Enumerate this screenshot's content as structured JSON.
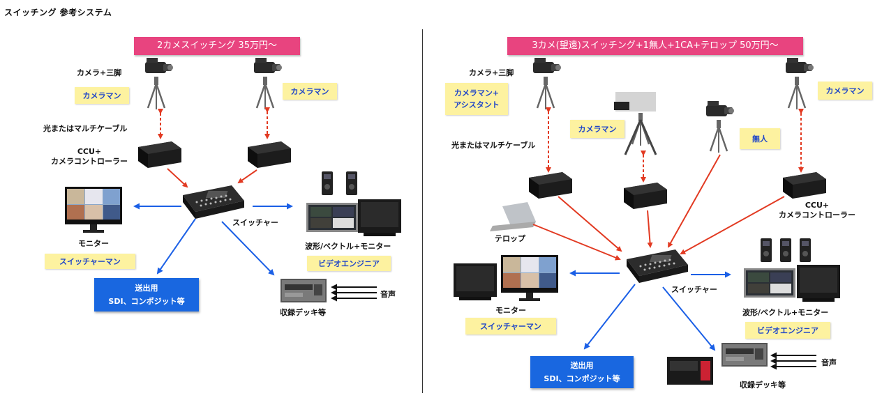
{
  "page_title": "スイッチング 参考システム",
  "left": {
    "title": "2カメスイッチング 35万円〜",
    "camera_tripod": "カメラ+三脚",
    "cameraman": "カメラマン",
    "cable": "光またはマルチケーブル",
    "ccu_line1": "CCU+",
    "ccu_line2": "カメラコントローラー",
    "monitor": "モニター",
    "switcher_operator": "スイッチャーマン",
    "switcher": "スイッチャー",
    "waveform": "波形/ベクトル+モニター",
    "video_engineer": "ビデオエンジニア",
    "output_line1": "送出用",
    "output_line2": "SDI、コンポジット等",
    "audio": "音声",
    "recorder": "収録デッキ等"
  },
  "right": {
    "title": "3カメ(望遠)スイッチング+1無人+1CA+テロップ 50万円〜",
    "camera_tripod": "カメラ+三脚",
    "cameraman_assistant_line1": "カメラマン+",
    "cameraman_assistant_line2": "アシスタント",
    "cameraman_center": "カメラマン",
    "cameraman_right": "カメラマン",
    "unmanned": "無人",
    "cable": "光またはマルチケーブル",
    "ccu_line1": "CCU+",
    "ccu_line2": "カメラコントローラー",
    "telop": "テロップ",
    "monitor": "モニター",
    "switcher_operator": "スイッチャーマン",
    "switcher": "スイッチャー",
    "waveform": "波形/ベクトル+モニター",
    "video_engineer": "ビデオエンジニア",
    "output_line1": "送出用",
    "output_line2": "SDI、コンポジット等",
    "audio": "音声",
    "recorder": "収録デッキ等"
  },
  "colors": {
    "banner": "#e8447f",
    "role_box": "#fdf2a0",
    "role_text": "#1f45c8",
    "output_box": "#1967e0",
    "signal_arrow": "#e23a22",
    "output_arrow": "#1a5fe6",
    "cable_arrow": "#e23a22"
  }
}
